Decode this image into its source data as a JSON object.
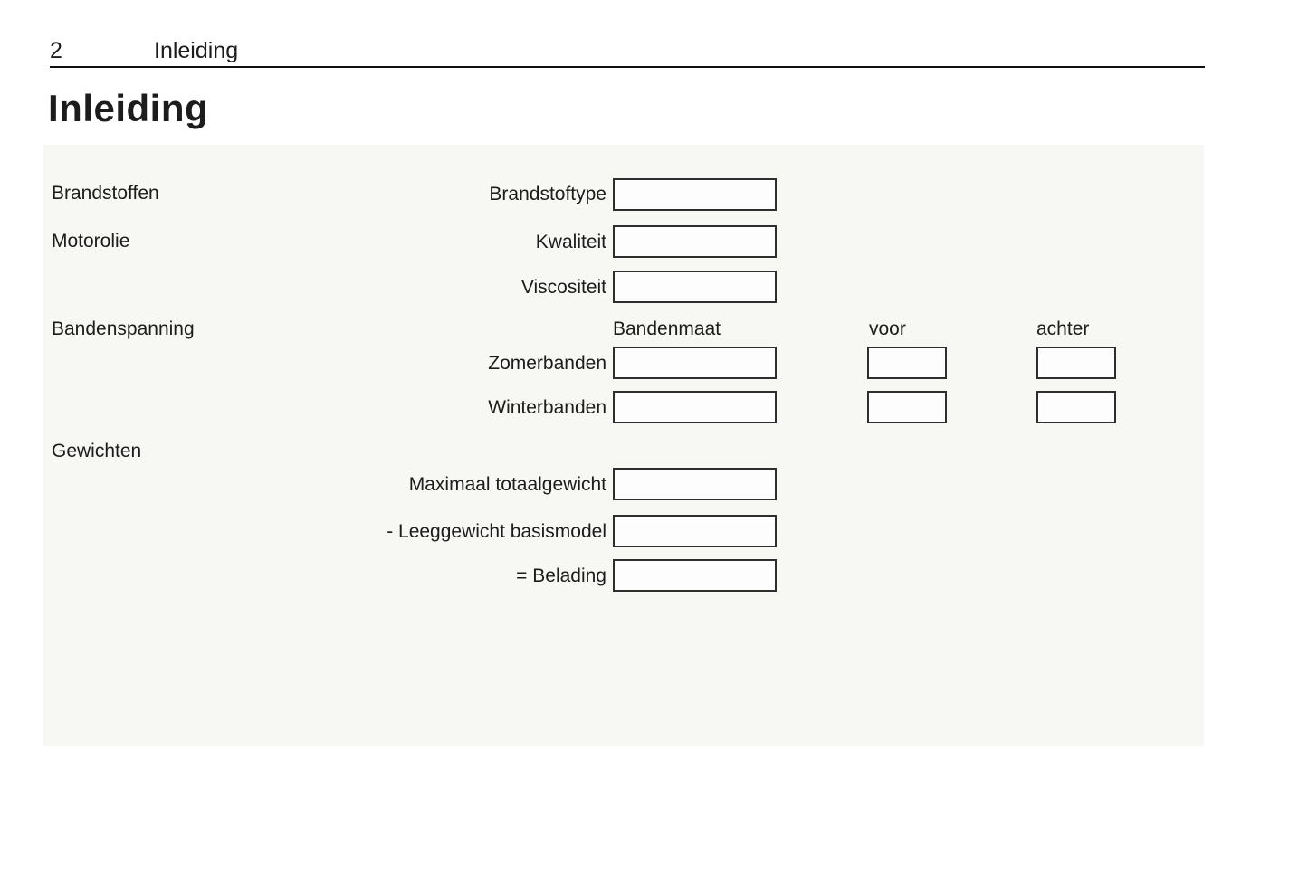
{
  "header": {
    "page_number": "2",
    "chapter_title": "Inleiding"
  },
  "page_title": "Inleiding",
  "section_labels": {
    "brandstoffen": "Brandstoffen",
    "motorolie": "Motorolie",
    "bandenspanning": "Bandenspanning",
    "gewichten": "Gewichten"
  },
  "column_headers": {
    "bandenmaat": "Bandenmaat",
    "voor": "voor",
    "achter": "achter"
  },
  "fields": {
    "brandstoftype": {
      "label": "Brandstoftype",
      "value": ""
    },
    "kwaliteit": {
      "label": "Kwaliteit",
      "value": ""
    },
    "viscositeit": {
      "label": "Viscositeit",
      "value": ""
    },
    "zomerbanden": {
      "label": "Zomerbanden",
      "maat": "",
      "voor": "",
      "achter": ""
    },
    "winterbanden": {
      "label": "Winterbanden",
      "maat": "",
      "voor": "",
      "achter": ""
    },
    "maximaal_totaalgewicht": {
      "label": "Maximaal totaalgewicht",
      "value": ""
    },
    "leeggewicht_basismodel": {
      "label": "- Leeggewicht basismodel",
      "value": ""
    },
    "belading": {
      "label": "= Belading",
      "value": ""
    }
  }
}
